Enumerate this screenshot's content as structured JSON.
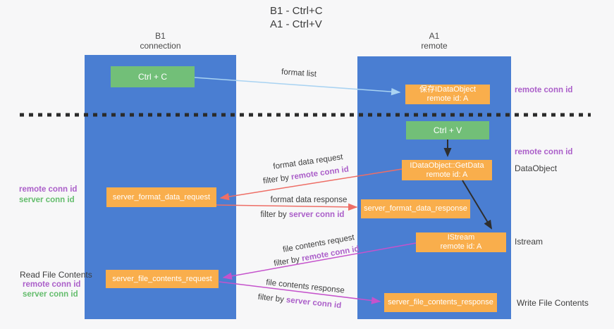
{
  "title": {
    "line1": "B1 - Ctrl+C",
    "line2": "A1 - Ctrl+V"
  },
  "columns": {
    "left": {
      "name": "B1",
      "subtitle": "connection"
    },
    "right": {
      "name": "A1",
      "subtitle": "remote"
    }
  },
  "nodes": {
    "ctrl_c": {
      "label": "Ctrl + C"
    },
    "save_dataobject": {
      "line1": "保存IDataObject",
      "line2": "remote id: A"
    },
    "ctrl_v": {
      "label": "Ctrl + V"
    },
    "getdata": {
      "line1": "IDataObject::GetData",
      "line2": "remote id: A"
    },
    "format_request": {
      "label": "server_format_data_request"
    },
    "format_response": {
      "label": "server_format_data_response"
    },
    "istream": {
      "line1": "IStream",
      "line2": "remote id: A"
    },
    "file_request": {
      "label": "server_file_contents_request"
    },
    "file_response": {
      "label": "server_file_contents_response"
    }
  },
  "arrows": {
    "format_list": {
      "label": "format list"
    },
    "format_data_request": {
      "label": "format data request",
      "filter_prefix": "filter by",
      "filter_key": "remote conn id"
    },
    "format_data_response": {
      "label": "format data response",
      "filter_prefix": "filter by",
      "filter_key": "server conn id"
    },
    "file_contents_request": {
      "label": "file contents request",
      "filter_prefix": "filter by",
      "filter_key": "remote conn id"
    },
    "file_contents_response": {
      "label": "file contents response",
      "filter_prefix": "filter by",
      "filter_key": "server conn id"
    }
  },
  "side_labels": {
    "right_remote_conn_id_1": "remote conn id",
    "right_remote_conn_id_2": "remote conn id",
    "dataobject": "DataObject",
    "istream": "Istream",
    "write_file_contents": "Write File Contents",
    "read_file_contents": "Read File Contents",
    "left_remote_conn_id_1": "remote conn id",
    "left_server_conn_id_1": "server conn id",
    "left_remote_conn_id_2": "remote conn id",
    "left_server_conn_id_2": "server conn id"
  },
  "colors": {
    "column_blue": "#4a7ed2",
    "node_orange": "#f9ae4c",
    "node_green": "#72bf78",
    "arrow_red": "#ee6e66",
    "arrow_magenta": "#c553cc",
    "arrow_blue": "#a9d3f2",
    "arrow_black": "#2e2e2e",
    "dashed_line": "#2b2b2b",
    "text_purple": "#ab5fc9",
    "text_green": "#64bd6d",
    "text_dark": "#3d3d3d",
    "box_text": "#ffffff",
    "background": "#f7f7f8"
  }
}
